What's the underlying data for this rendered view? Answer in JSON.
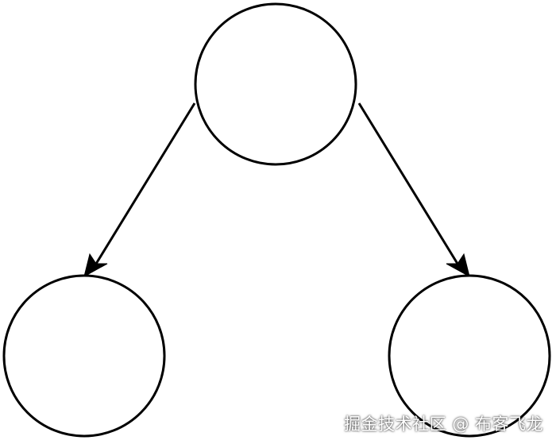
{
  "diagram": {
    "type": "binary-tree",
    "nodes": [
      {
        "id": "root",
        "label": ""
      },
      {
        "id": "left-child",
        "label": ""
      },
      {
        "id": "right-child",
        "label": ""
      }
    ],
    "edges": [
      {
        "from": "root",
        "to": "left-child",
        "directed": true
      },
      {
        "from": "root",
        "to": "right-child",
        "directed": true
      }
    ],
    "colors": {
      "stroke": "#000000",
      "fill": "#ffffff",
      "background": "#ffffff"
    }
  },
  "watermark": {
    "text": "掘金技术社区 @ 布客飞龙"
  }
}
